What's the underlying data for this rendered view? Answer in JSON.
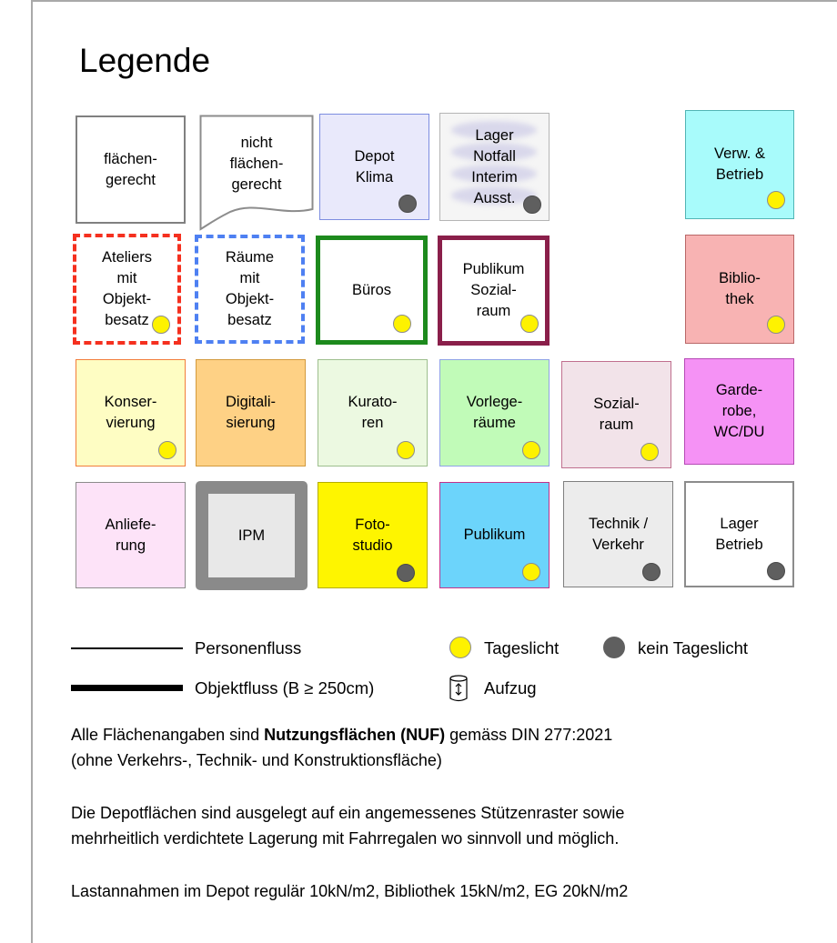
{
  "title": "Legende",
  "tiles": {
    "flaechengerecht": "flächen-\ngerecht",
    "nicht_flaechengerecht": "nicht\nflächen-\ngerecht",
    "depot_klima": "Depot\nKlima",
    "lager_notfall": "Lager\nNotfall\nInterim\nAusst.",
    "verw_betrieb": "Verw. &\nBetrieb",
    "ateliers": "Ateliers\nmit\nObjekt-\nbesatz",
    "raeume": "Räume\nmit\nObjekt-\nbesatz",
    "bueros": "Büros",
    "publikum_sozialraum": "Publikum\nSozial-\nraum",
    "bibliothek": "Biblio-\nthek",
    "konservierung": "Konser-\nvierung",
    "digitalisierung": "Digitali-\nsierung",
    "kuratoren": "Kurato-\nren",
    "vorlegeraeume": "Vorlege-\nräume",
    "sozialraum": "Sozial-\nraum",
    "garderobe": "Garde-\nrobe,\nWC/DU",
    "anlieferung": "Anliefe-\nrung",
    "ipm": "IPM",
    "fotostudio": "Foto-\nstudio",
    "publikum": "Publikum",
    "technik_verkehr": "Technik /\nVerkehr",
    "lager_betrieb": "Lager\nBetrieb"
  },
  "colors": {
    "yellow_dot": "#fef200",
    "gray_dot": "#5f5f5f",
    "depot_klima": "#e9e9fb",
    "verw_betrieb": "#a8fbfb",
    "bibliothek": "#f8b3b3",
    "konservierung": "#fefdc3",
    "digitalisierung": "#fed185",
    "kuratoren": "#ecf9e1",
    "vorlegeraeume": "#c1fbb8",
    "sozialraum": "#f2e3e9",
    "garderobe": "#f592f5",
    "anlieferung": "#fde3f8",
    "ipm": "#e8e8e8",
    "fotostudio": "#fef500",
    "publikum": "#6cd4fb",
    "technik_verkehr": "#ececec",
    "bueros_border": "#1d8a1d",
    "publikum_sozialraum_border": "#8a1f4a",
    "ateliers_border": "#f5301f",
    "raeume_border": "#4e80f2"
  },
  "legend": {
    "personenfluss": "Personenfluss",
    "objektfluss": "Objektfluss (B ≥ 250cm)",
    "tageslicht": "Tageslicht",
    "kein_tageslicht": "kein Tageslicht",
    "aufzug": "Aufzug"
  },
  "notes": {
    "nuf_pre": "Alle Flächenangaben sind ",
    "nuf_bold": "Nutzungsflächen (NUF)",
    "nuf_post": " gemäss DIN 277:2021",
    "nuf_line2": "(ohne Verkehrs-, Technik- und Konstruktionsfläche)",
    "depot_line1": "Die Depotflächen sind ausgelegt auf ein angemessenes Stützenraster sowie",
    "depot_line2": "mehrheitlich verdichtete Lagerung mit Fahrregalen wo sinnvoll und möglich.",
    "last_line": "Lastannahmen im Depot regulär 10kN/m2, Bibliothek 15kN/m2, EG 20kN/m2"
  }
}
